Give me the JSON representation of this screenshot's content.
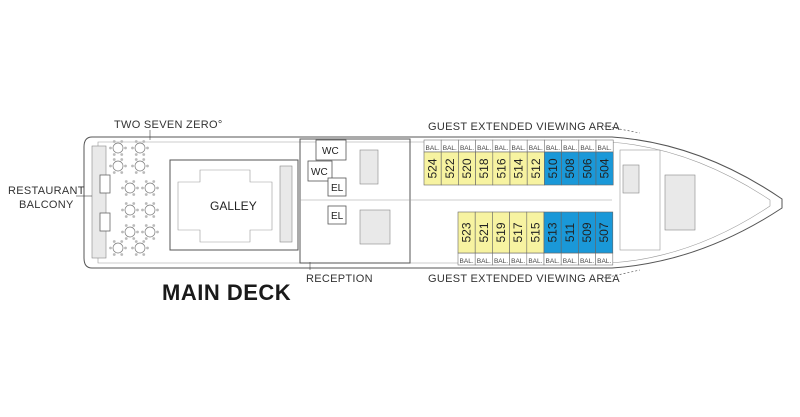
{
  "deck_title": "MAIN DECK",
  "labels": {
    "two_seven_zero": "TWO SEVEN ZERO°",
    "restaurant_balcony_line1": "RESTAURANT",
    "restaurant_balcony_line2": "BALCONY",
    "galley": "GALLEY",
    "reception": "RECEPTION",
    "viewing_top": "GUEST EXTENDED VIEWING AREA",
    "viewing_bottom": "GUEST EXTENDED VIEWING AREA",
    "wc_top": "WC",
    "wc_mid": "WC",
    "el_top": "EL",
    "el_bottom": "EL",
    "balcony_tag": "BAL."
  },
  "colors": {
    "yellow_cabin": "#f7f3a1",
    "blue_cabin": "#1a98d8"
  },
  "cabins_top": [
    {
      "number": "524",
      "category": "yellow"
    },
    {
      "number": "522",
      "category": "yellow"
    },
    {
      "number": "520",
      "category": "yellow"
    },
    {
      "number": "518",
      "category": "yellow"
    },
    {
      "number": "516",
      "category": "yellow"
    },
    {
      "number": "514",
      "category": "yellow"
    },
    {
      "number": "512",
      "category": "yellow"
    },
    {
      "number": "510",
      "category": "blue"
    },
    {
      "number": "508",
      "category": "blue"
    },
    {
      "number": "506",
      "category": "blue"
    },
    {
      "number": "504",
      "category": "blue"
    }
  ],
  "cabins_bottom": [
    {
      "number": "523",
      "category": "yellow"
    },
    {
      "number": "521",
      "category": "yellow"
    },
    {
      "number": "519",
      "category": "yellow"
    },
    {
      "number": "517",
      "category": "yellow"
    },
    {
      "number": "515",
      "category": "yellow"
    },
    {
      "number": "513",
      "category": "blue"
    },
    {
      "number": "511",
      "category": "blue"
    },
    {
      "number": "509",
      "category": "blue"
    },
    {
      "number": "507",
      "category": "blue"
    }
  ]
}
